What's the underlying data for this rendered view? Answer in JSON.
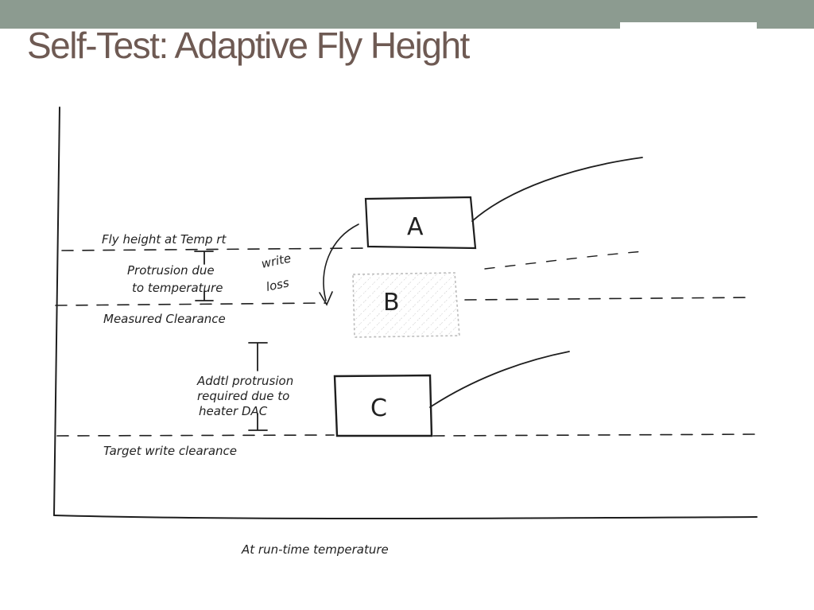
{
  "slide": {
    "title": "Self-Test: Adaptive Fly Height",
    "bar_color": "#8c9b90",
    "title_color": "#6e5a53"
  },
  "diagram": {
    "labels": {
      "fly_height": "Fly height at Temp rt",
      "protrusion_line1": "Protrusion due",
      "protrusion_line2": "to temperature",
      "write_loss_line1": "write",
      "write_loss_line2": "loss",
      "measured_clearance": "Measured Clearance",
      "addtl_line1": "Addtl protrusion",
      "addtl_line2": "required due to",
      "addtl_line3": "heater DAC",
      "target_clearance": "Target write clearance",
      "x_axis": "At run-time temperature"
    },
    "boxes": [
      {
        "letter": "A",
        "style": "single-hatch"
      },
      {
        "letter": "B",
        "style": "faint-dotted"
      },
      {
        "letter": "C",
        "style": "cross-hatch"
      }
    ]
  }
}
